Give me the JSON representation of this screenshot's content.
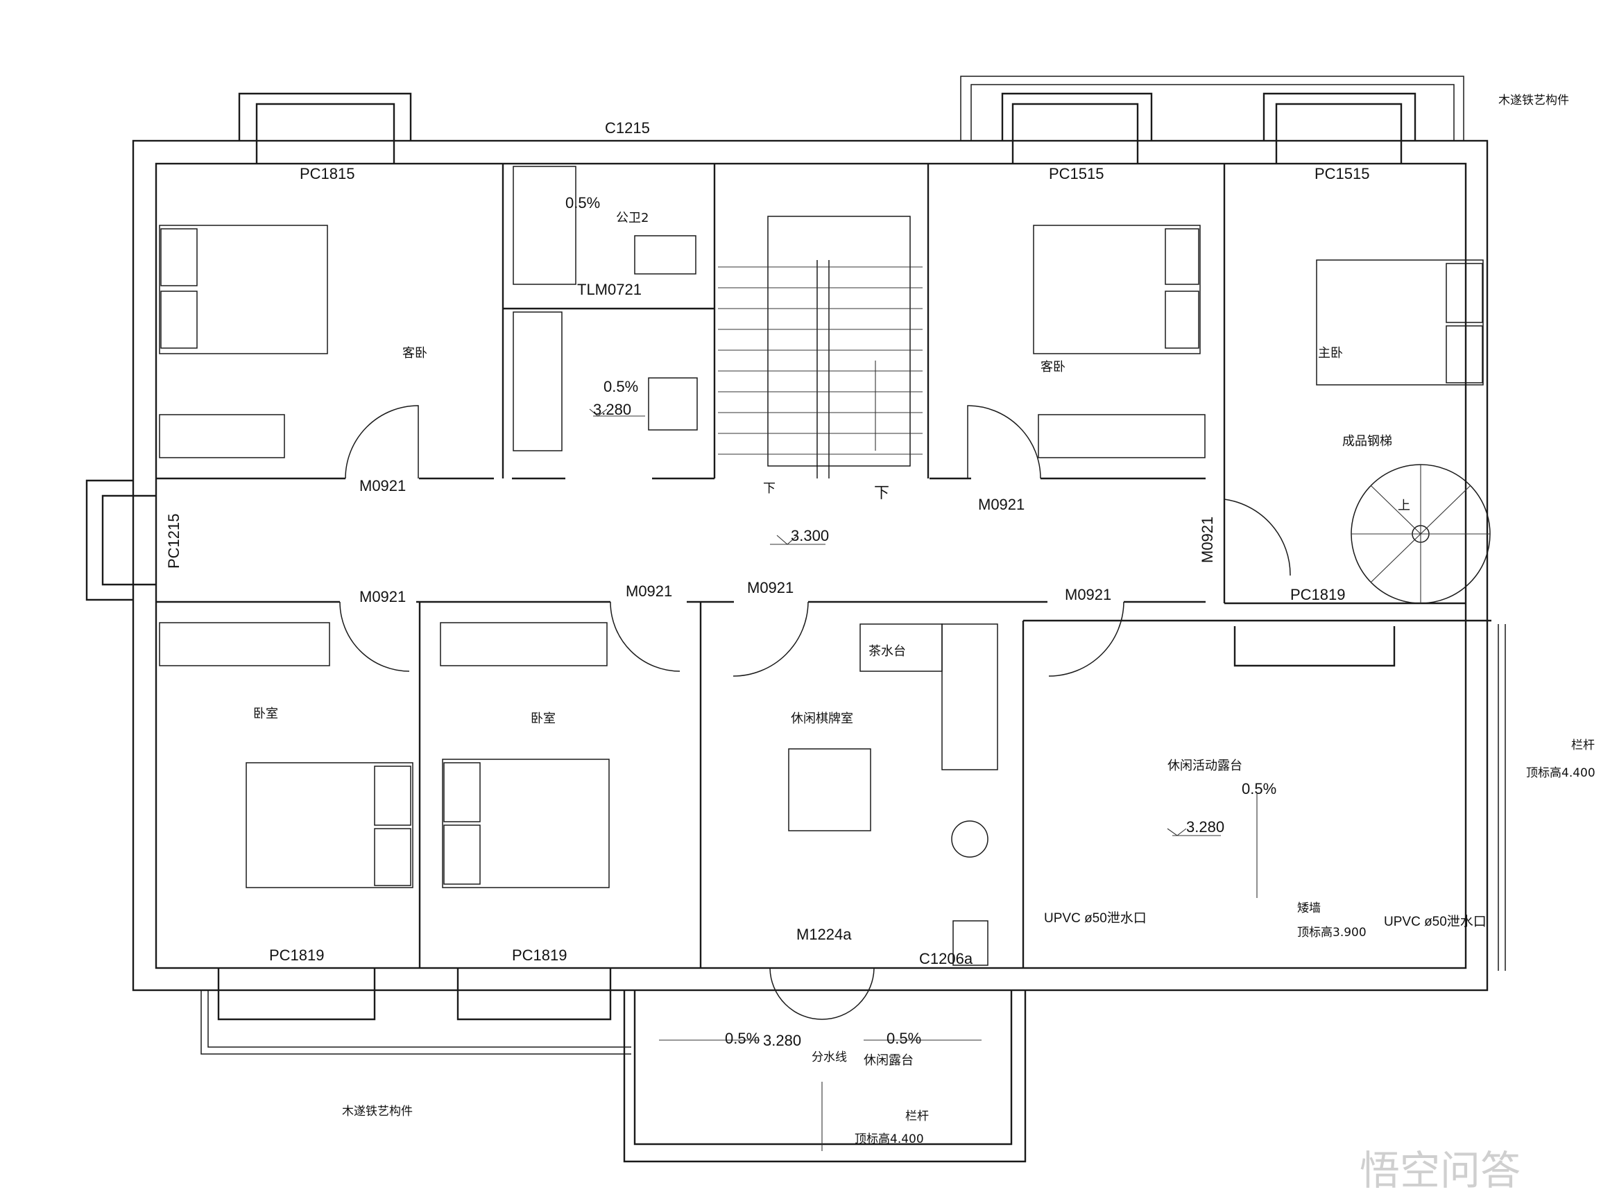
{
  "rooms": {
    "guest_bedroom_1": "客卧",
    "public_bath_2": "公卫2",
    "guest_bedroom_2": "客卧",
    "master_bedroom": "主卧",
    "bedroom_1": "卧室",
    "bedroom_2": "卧室",
    "chess_room": "休闲棋牌室",
    "tea_counter": "茶水台",
    "activity_terrace": "休闲活动露台",
    "leisure_terrace": "休闲露台",
    "spiral_stair": "成品钢梯"
  },
  "codes": {
    "c1215_top": "C1215",
    "pc1815": "PC1815",
    "pc1515_a": "PC1515",
    "pc1515_b": "PC1515",
    "tlm0721": "TLM0721",
    "pc1215_left": "PC1215",
    "m0921_a": "M0921",
    "m0921_b": "M0921",
    "m0921_c": "M0921",
    "m0921_d": "M0921",
    "m0921_e": "M0921",
    "m0921_f": "M0921",
    "m0921_right": "M0921",
    "pc1819_a": "PC1819",
    "pc1819_b": "PC1819",
    "pc1819_c": "PC1819",
    "m1224a": "M1224a",
    "c1206a": "C1206a"
  },
  "levels": {
    "corridor": "3.300",
    "bath": "3.280",
    "terrace": "3.280",
    "front_terrace": "3.280"
  },
  "slopes": {
    "bath_1": "0.5%",
    "bath_2": "0.5%",
    "terrace": "0.5%",
    "front_left": "0.5%",
    "front_right": "0.5%"
  },
  "stairs": {
    "down_1": "下",
    "down_2": "下",
    "up": "上"
  },
  "notes": {
    "wood_iron_top": "木遂铁艺构件",
    "railing_right": "栏杆",
    "railing_right_height": "顶标高4.400",
    "drain_left": "UPVC  ø50泄水口",
    "drain_right": "UPVC  ø50泄水口",
    "low_wall": "矮墙",
    "low_wall_height": "顶标高3.900",
    "divide_line": "分水线",
    "railing_bottom": "栏杆",
    "railing_bottom_height": "顶标高4.400",
    "wood_iron_bottom": "木遂铁艺构件"
  },
  "watermark": "悟空问答",
  "colors": {
    "line": "#1a1a1a",
    "watermark": "#cfcfcf"
  }
}
